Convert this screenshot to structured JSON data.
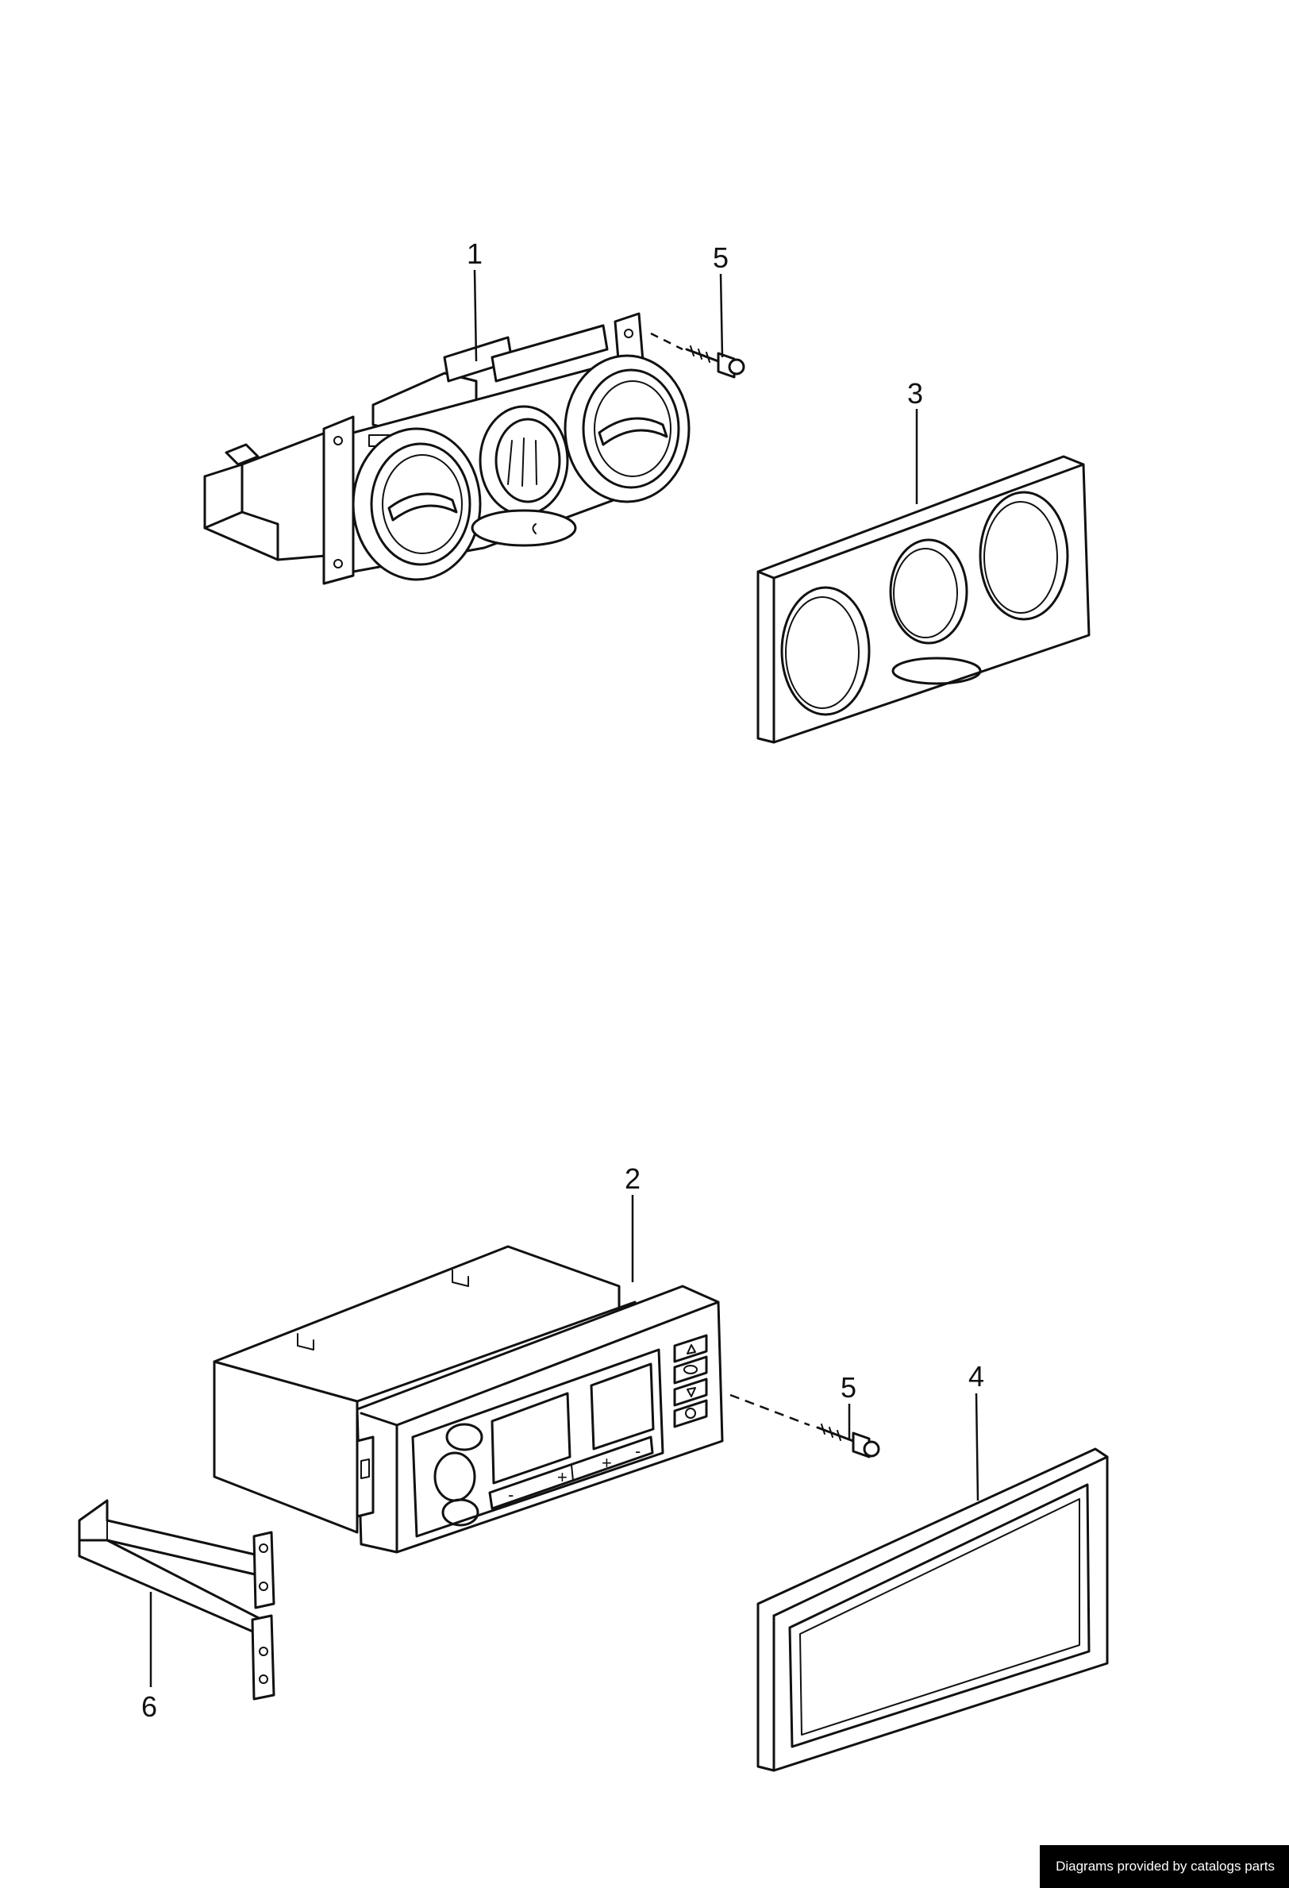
{
  "callouts": {
    "c1": "1",
    "c2": "2",
    "c3": "3",
    "c4": "4",
    "c5_top": "5",
    "c5_bottom": "5",
    "c6": "6"
  },
  "panel_labels": {
    "plus_left": "+",
    "minus_left": "-",
    "plus_right": "+",
    "minus_right": "-"
  },
  "footer": {
    "text": "Diagrams provided by catalogs parts"
  }
}
